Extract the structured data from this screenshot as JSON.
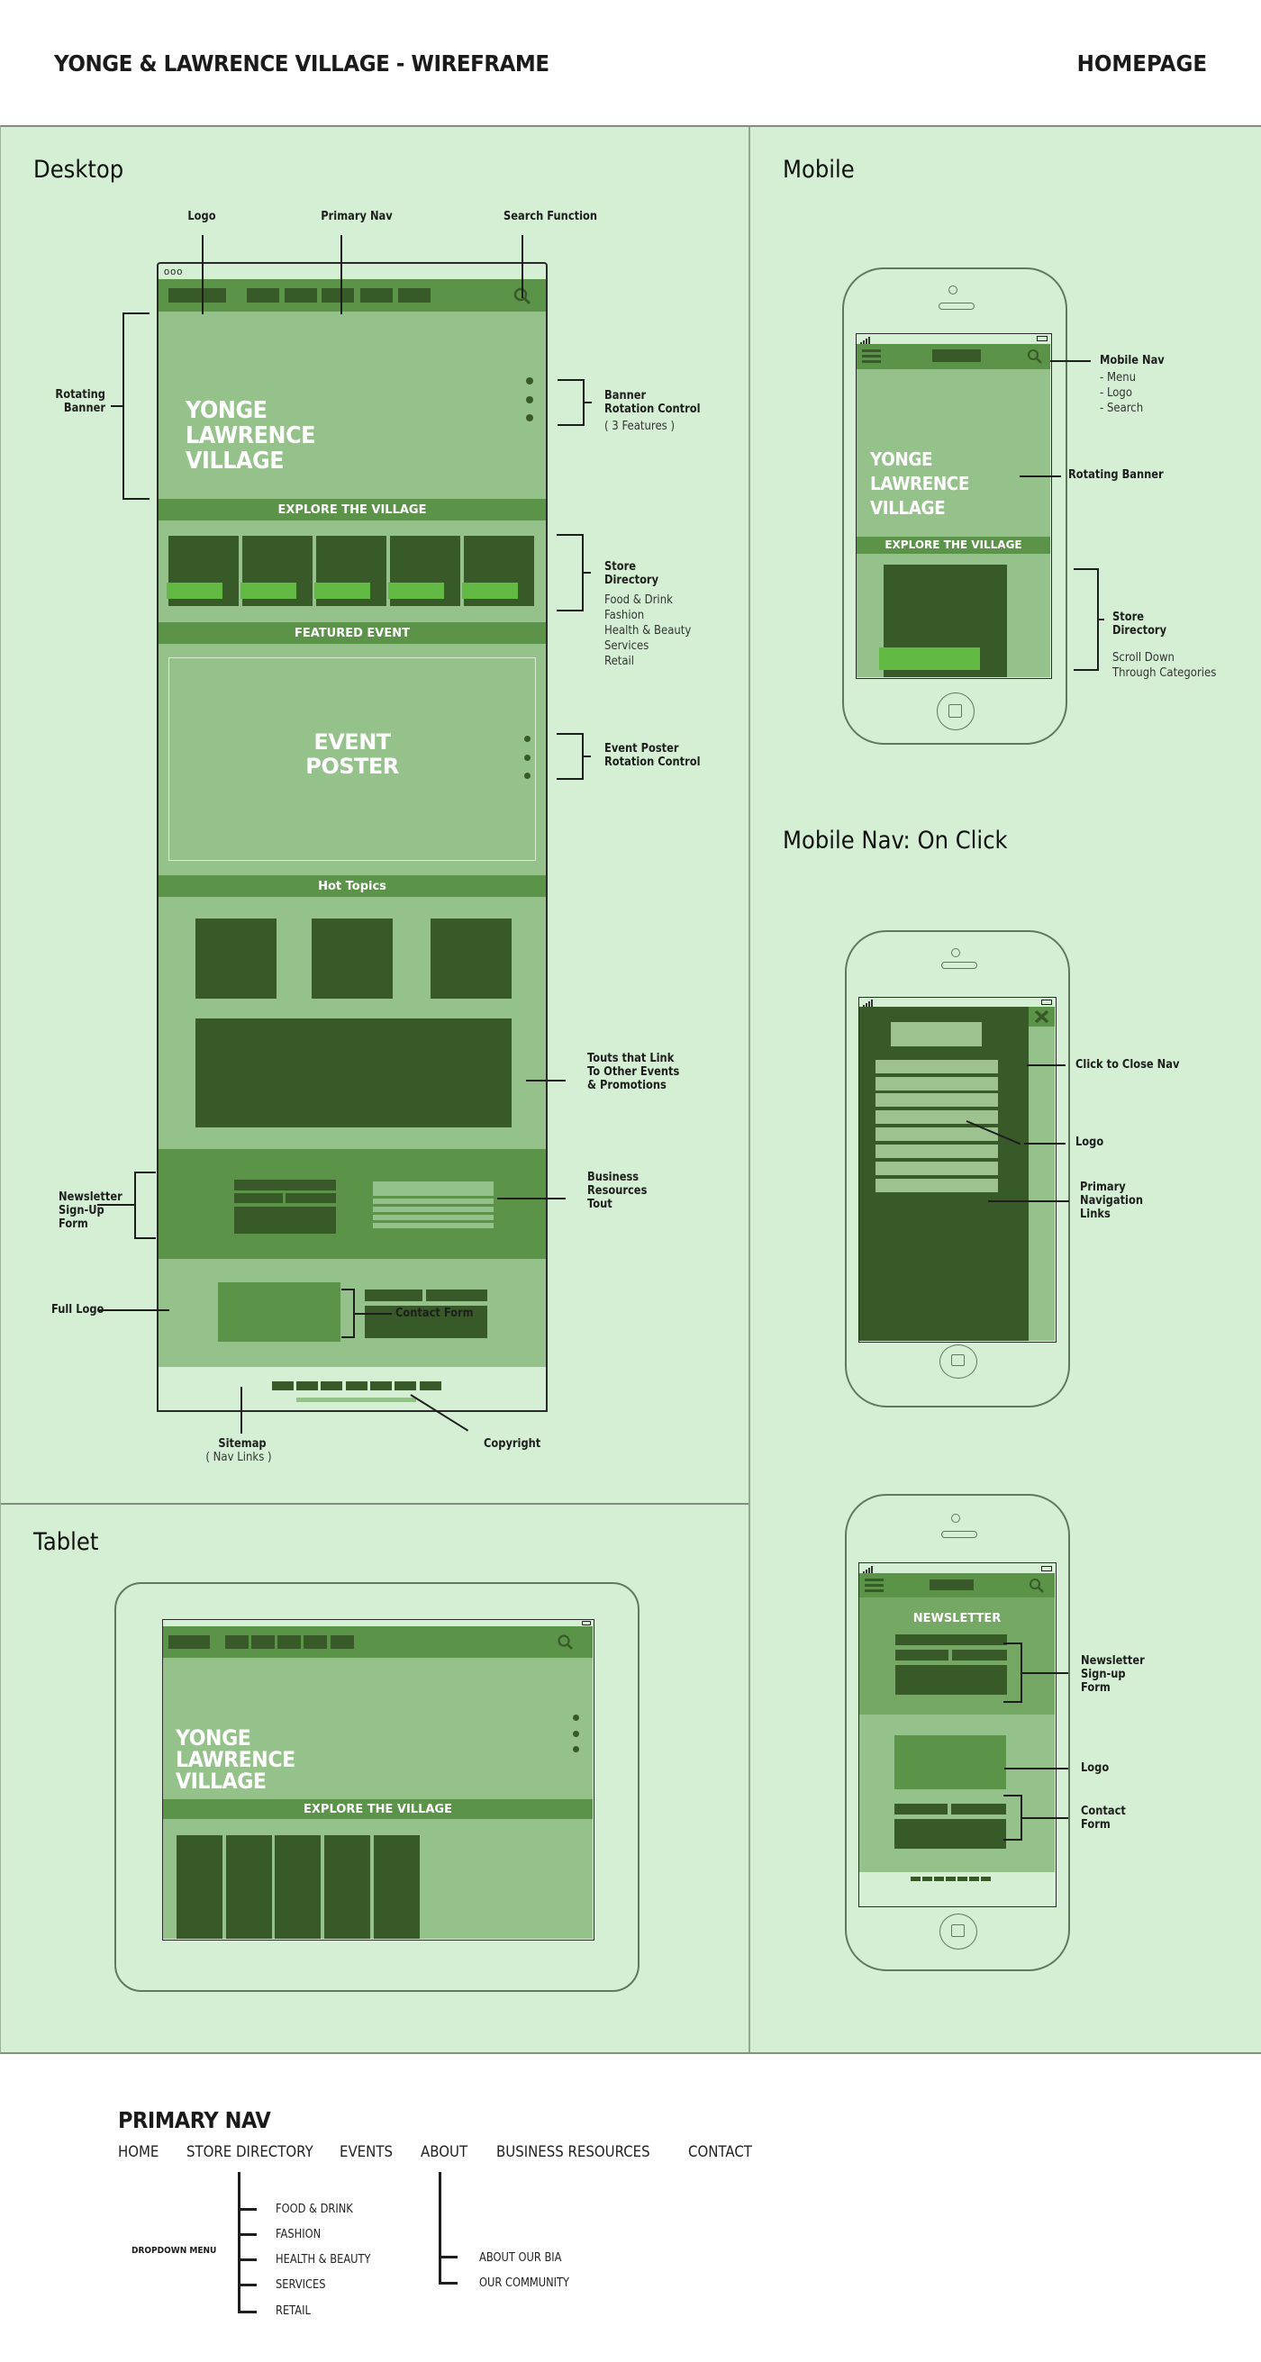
{
  "header": {
    "title": "YONGE & LAWRENCE VILLAGE - WIREFRAME",
    "page": "HOMEPAGE"
  },
  "colors": {
    "canvas": "#d4efd3",
    "dark_green": "#385a29",
    "mid_green": "#5b9449",
    "light_green": "#95c18a",
    "bright_green": "#62ba45"
  },
  "desktop": {
    "section_title": "Desktop",
    "annotations": {
      "logo": "Logo",
      "primary_nav": "Primary Nav",
      "search": "Search Function",
      "rotating_banner": "Rotating\nBanner",
      "banner_rotation": "Banner\nRotation Control",
      "banner_rotation_sub": "( 3 Features )",
      "store_directory": "Store\nDirectory",
      "store_directory_items": "Food & Drink\nFashion\nHealth & Beauty\nServices\nRetail",
      "event_rotation": "Event Poster\nRotation Control",
      "touts": "Touts that Link\nTo Other Events\n& Promotions",
      "business_tout": "Business\nResources\nTout",
      "newsletter": "Newsletter\nSign-Up\nForm",
      "full_logo": "Full Logo",
      "contact_form": "Contact Form",
      "sitemap": "Sitemap",
      "sitemap_sub": "( Nav Links )",
      "copyright": "Copyright"
    },
    "browser_dots": "ooo",
    "banner_text": "YONGE\nLAWRENCE\nVILLAGE",
    "explore_bar": "EXPLORE THE VILLAGE",
    "featured_bar": "FEATURED EVENT",
    "event_poster": "EVENT\nPOSTER",
    "hot_topics_bar": "Hot Topics"
  },
  "tablet": {
    "section_title": "Tablet",
    "banner_text": "YONGE\nLAWRENCE\nVILLAGE",
    "explore_bar": "EXPLORE THE VILLAGE"
  },
  "mobile": {
    "section_title": "Mobile",
    "banner_text": "YONGE\nLAWRENCE\nVILLAGE",
    "explore_bar": "EXPLORE THE VILLAGE",
    "annotations": {
      "mobile_nav": "Mobile Nav",
      "mobile_nav_items": "- Menu\n- Logo\n- Search",
      "rotating_banner": "Rotating Banner",
      "store_directory": "Store\nDirectory",
      "store_directory_sub": "Scroll Down\nThrough Categories"
    }
  },
  "mobile_nav_click": {
    "section_title": "Mobile Nav: On Click",
    "annotations": {
      "close": "Click to Close Nav",
      "logo": "Logo",
      "links": "Primary\nNavigation\nLinks"
    }
  },
  "mobile_footer": {
    "newsletter_heading": "NEWSLETTER",
    "annotations": {
      "newsletter": "Newsletter\nSign-up\nForm",
      "logo": "Logo",
      "contact": "Contact\nForm"
    }
  },
  "primary_nav": {
    "title": "PRIMARY NAV",
    "items": [
      "HOME",
      "STORE DIRECTORY",
      "EVENTS",
      "ABOUT",
      "BUSINESS RESOURCES",
      "CONTACT"
    ],
    "dropdown_label": "DROPDOWN MENU",
    "store_directory_dropdown": [
      "FOOD & DRINK",
      "FASHION",
      "HEALTH & BEAUTY",
      "SERVICES",
      "RETAIL"
    ],
    "about_dropdown": [
      "ABOUT OUR BIA",
      "OUR COMMUNITY"
    ]
  }
}
